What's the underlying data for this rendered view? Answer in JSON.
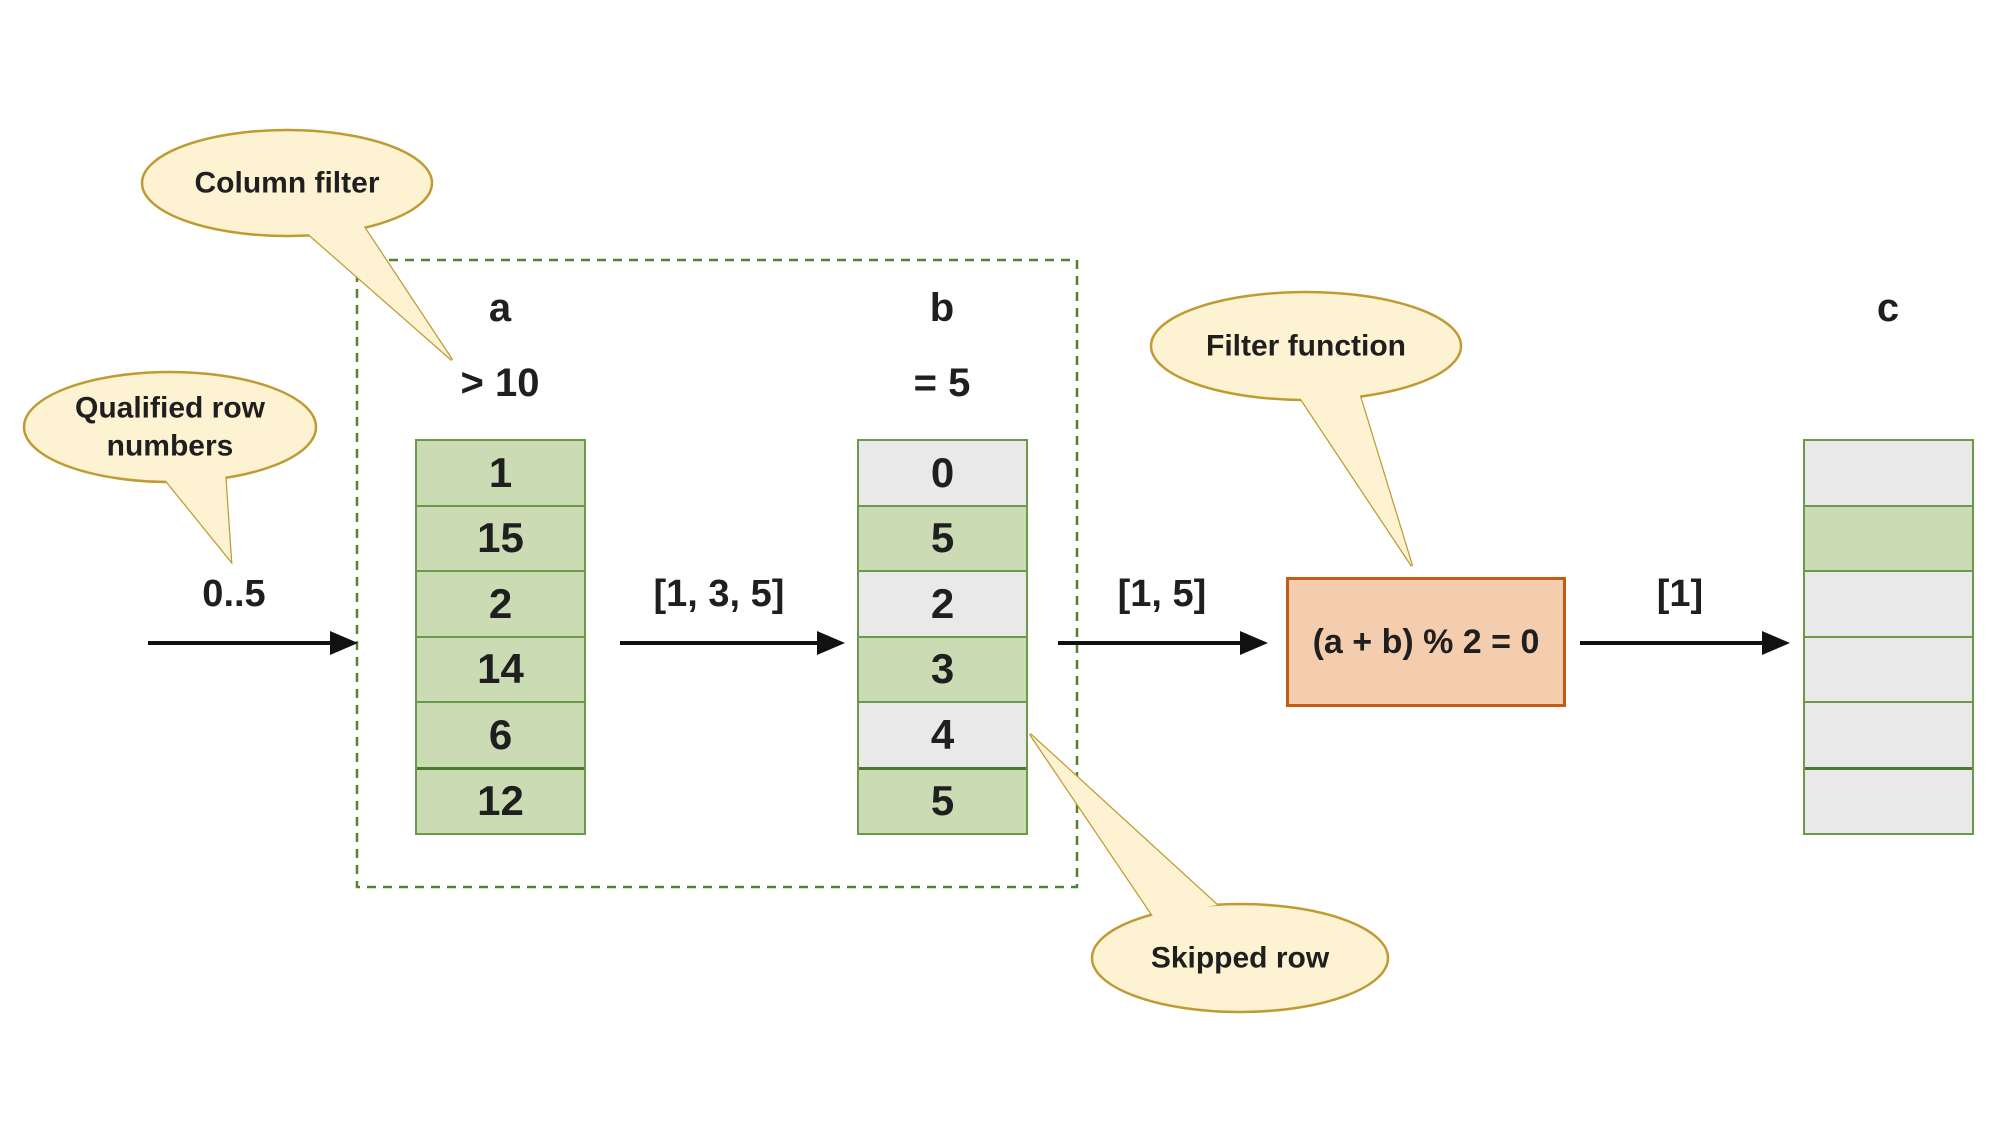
{
  "callouts": {
    "column_filter": {
      "label": "Column filter"
    },
    "qualified_rows": {
      "label": "Qualified row numbers"
    },
    "filter_function": {
      "label": "Filter function"
    },
    "skipped_row": {
      "label": "Skipped row"
    }
  },
  "tables": {
    "a": {
      "header": "a",
      "filter": "> 10",
      "rows": [
        {
          "value": "1",
          "fill": "green"
        },
        {
          "value": "15",
          "fill": "green"
        },
        {
          "value": "2",
          "fill": "green"
        },
        {
          "value": "14",
          "fill": "green"
        },
        {
          "value": "6",
          "fill": "green"
        },
        {
          "value": "12",
          "fill": "green"
        }
      ]
    },
    "b": {
      "header": "b",
      "filter": "= 5",
      "rows": [
        {
          "value": "0",
          "fill": "grey"
        },
        {
          "value": "5",
          "fill": "green"
        },
        {
          "value": "2",
          "fill": "grey"
        },
        {
          "value": "3",
          "fill": "green"
        },
        {
          "value": "4",
          "fill": "grey"
        },
        {
          "value": "5",
          "fill": "green"
        }
      ]
    },
    "c": {
      "header": "c",
      "filter": "",
      "rows": [
        {
          "value": "",
          "fill": "grey"
        },
        {
          "value": "",
          "fill": "green"
        },
        {
          "value": "",
          "fill": "grey"
        },
        {
          "value": "",
          "fill": "grey"
        },
        {
          "value": "",
          "fill": "grey"
        },
        {
          "value": "",
          "fill": "grey"
        }
      ]
    }
  },
  "flow": {
    "arrow1_label": "0..5",
    "arrow2_label": "[1, 3, 5]",
    "arrow3_label": "[1, 5]",
    "arrow4_label": "[1]"
  },
  "filter_box": {
    "expression": "(a + b) % 2 = 0"
  },
  "colors": {
    "text": "#1f1f1f",
    "cellGreen": "#cbdcb4",
    "cellGrey": "#e9e9e9",
    "cellBorder": "#6b9a4b",
    "cellBorderDark": "#4c7a2b",
    "calloutFill": "#fdf3d2",
    "calloutBorder": "#bf9b33",
    "boxFill": "#f4cdae",
    "boxBorder": "#c55a11",
    "dashBorder": "#538135",
    "arrow": "#111111"
  }
}
